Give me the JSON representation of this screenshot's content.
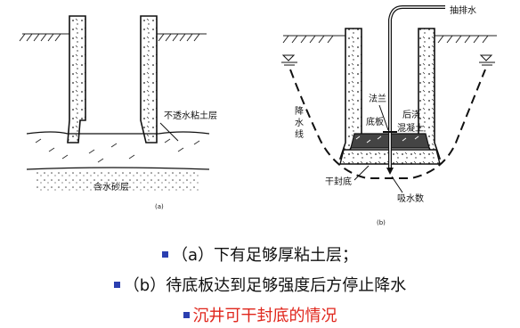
{
  "figure_a": {
    "label": "(a)",
    "clay_layer": "不透水粘土层",
    "sand_layer": "含水砂层"
  },
  "figure_b": {
    "label": "(b)",
    "pump_water": "抽排水",
    "flange": "法兰",
    "back_pour": "后浇",
    "concrete": "混凝土",
    "bottom_slab": "底板",
    "dewatering_line": "降水线",
    "dry_seal": "干封底",
    "suction_pit": "吸水数"
  },
  "captions": [
    {
      "text": "（a）下有足够厚粘土层；"
    },
    {
      "text": "（b）待底板达到足够强度后方停止降水"
    },
    {
      "text": "沉井可干封底的情况",
      "color": "#e0261c"
    }
  ],
  "colors": {
    "bullet": "#2b3fb0",
    "highlight": "#e0261c"
  }
}
